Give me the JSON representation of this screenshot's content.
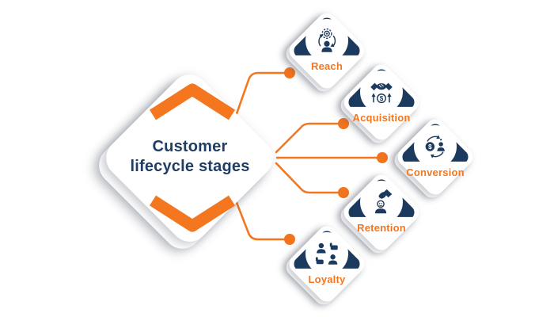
{
  "diagram": {
    "title": {
      "line1": "Customer",
      "line2": "lifecycle stages"
    },
    "stages": [
      {
        "label": "Reach",
        "icon": "reach-icon"
      },
      {
        "label": "Acquisition",
        "icon": "acquisition-icon"
      },
      {
        "label": "Conversion",
        "icon": "conversion-icon"
      },
      {
        "label": "Retention",
        "icon": "retention-icon"
      },
      {
        "label": "Loyalty",
        "icon": "loyalty-icon"
      }
    ],
    "decorations": {
      "chevron_up": "chevron-up-icon",
      "chevron_down": "chevron-down-icon"
    },
    "colors": {
      "accent_orange": "#f4771f",
      "navy": "#1c3a5e",
      "title_text": "#203e63",
      "background": "#ffffff"
    }
  }
}
